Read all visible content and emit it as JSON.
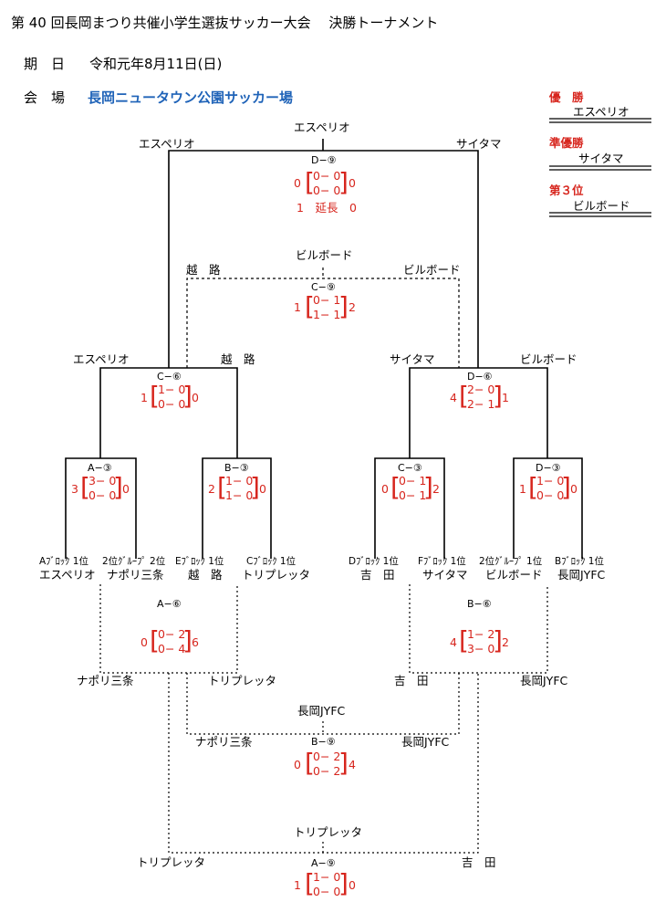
{
  "header": {
    "title": "第 40 回長岡まつり共催小学生選抜サッカー大会　 決勝トーナメント",
    "date_label": "期　日",
    "date_value": "令和元年8月11日(日)",
    "venue_label": "会　場",
    "venue_value": "長岡ニュータウン公園サッカー場"
  },
  "results": {
    "champion_label": "優　勝",
    "champion": "エスペリオ",
    "runnerup_label": "準優勝",
    "runnerup": "サイタマ",
    "third_label": "第３位",
    "third": "ビルボード"
  },
  "teams": {
    "t1_block": "Aﾌﾞﾛｯｸ 1位",
    "t1_name": "エスペリオ",
    "t2_block": "2位ｸﾞﾙｰﾌﾟ 2位",
    "t2_name": "ナポリ三条",
    "t3_block": "Eﾌﾞﾛｯｸ 1位",
    "t3_name": "越　路",
    "t4_block": "Cﾌﾞﾛｯｸ 1位",
    "t4_name": "トリプレッタ",
    "t5_block": "Dﾌﾞﾛｯｸ 1位",
    "t5_name": "吉　田",
    "t6_block": "Fﾌﾞﾛｯｸ 1位",
    "t6_name": "サイタマ",
    "t7_block": "2位ｸﾞﾙｰﾌﾟ 1位",
    "t7_name": "ビルボード",
    "t8_block": "Bﾌﾞﾛｯｸ 1位",
    "t8_name": "長岡JYFC"
  },
  "matches": {
    "a3": {
      "code": "A−③",
      "left": "3",
      "right": "0",
      "h1": "3− 0",
      "h2": "0− 0"
    },
    "b3": {
      "code": "B−③",
      "left": "2",
      "right": "0",
      "h1": "1− 0",
      "h2": "1− 0"
    },
    "c3": {
      "code": "C−③",
      "left": "0",
      "right": "2",
      "h1": "0− 1",
      "h2": "0− 1"
    },
    "d3": {
      "code": "D−③",
      "left": "1",
      "right": "0",
      "h1": "1− 0",
      "h2": "0− 0"
    },
    "c6": {
      "code": "C−⑥",
      "left": "1",
      "right": "0",
      "h1": "1− 0",
      "h2": "0− 0",
      "winner_left": "エスペリオ",
      "winner_right": "越　路"
    },
    "d6": {
      "code": "D−⑥",
      "left": "4",
      "right": "1",
      "h1": "2− 0",
      "h2": "2− 1",
      "winner_left": "サイタマ",
      "winner_right": "ビルボード"
    },
    "d9": {
      "code": "D−⑨",
      "left": "0",
      "right": "0",
      "h1": "0− 0",
      "h2": "0− 0",
      "note": "1　延長　0",
      "winner": "エスペリオ",
      "top_left": "エスペリオ",
      "top_right": "サイタマ"
    },
    "c9": {
      "code": "C−⑨",
      "left": "1",
      "right": "2",
      "h1": "0− 1",
      "h2": "1− 1",
      "winner": "ビルボード",
      "top_left": "越　路",
      "top_right": "ビルボード"
    },
    "a6": {
      "code": "A−⑥",
      "left": "0",
      "right": "6",
      "h1": "0− 2",
      "h2": "0− 4",
      "loser_left": "ナポリ三条",
      "loser_right": "トリプレッタ"
    },
    "b6": {
      "code": "B−⑥",
      "left": "4",
      "right": "2",
      "h1": "1− 2",
      "h2": "3− 0",
      "loser_left": "吉　田",
      "loser_right": "長岡JYFC"
    },
    "b9": {
      "code": "B−⑨",
      "left": "0",
      "right": "4",
      "h1": "0− 2",
      "h2": "0− 2",
      "winner": "長岡JYFC",
      "bot_left": "ナポリ三条",
      "bot_right": "長岡JYFC"
    },
    "a9": {
      "code": "A−⑨",
      "left": "1",
      "right": "0",
      "h1": "1− 0",
      "h2": "0− 0",
      "winner": "トリプレッタ",
      "bot_left": "トリプレッタ",
      "bot_right": "吉　田"
    }
  }
}
